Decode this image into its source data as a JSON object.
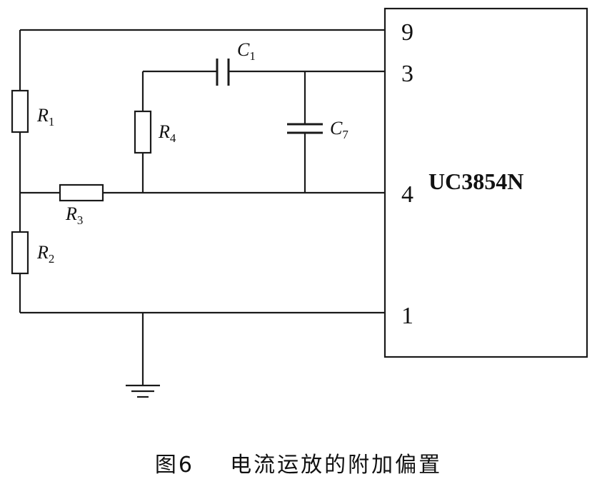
{
  "chip": {
    "name": "UC3854N"
  },
  "pins": {
    "p9": "9",
    "p3": "3",
    "p4": "4",
    "p1": "1"
  },
  "components": {
    "r1": {
      "letter": "R",
      "sub": "1"
    },
    "r2": {
      "letter": "R",
      "sub": "2"
    },
    "r3": {
      "letter": "R",
      "sub": "3"
    },
    "r4": {
      "letter": "R",
      "sub": "4"
    },
    "c1": {
      "letter": "C",
      "sub": "1"
    },
    "c7": {
      "letter": "C",
      "sub": "7"
    }
  },
  "caption": {
    "number": "图6",
    "text": "电流运放的附加偏置"
  }
}
